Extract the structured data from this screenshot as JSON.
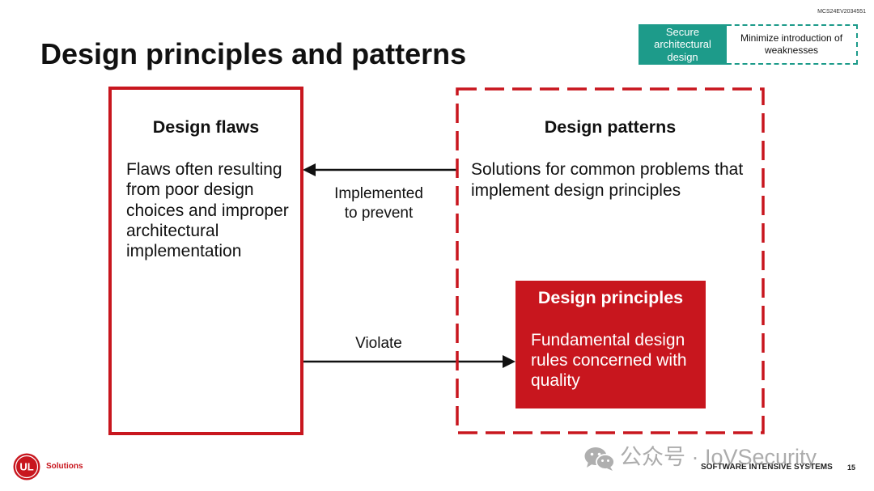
{
  "doc_code": "MCS24EV2034551",
  "badge": {
    "primary": [
      "Secure",
      "architectural",
      "design"
    ],
    "secondary": [
      "Minimize introduction of",
      "weaknesses"
    ]
  },
  "title": "Design principles and patterns",
  "flaws": {
    "heading": "Design flaws",
    "body": [
      "Flaws often resulting",
      "from poor design",
      "choices and improper",
      "architectural",
      "implementation"
    ]
  },
  "patterns": {
    "heading": "Design patterns",
    "body": [
      "Solutions for common problems that",
      "implement design principles"
    ]
  },
  "principles": {
    "heading": "Design principles",
    "body": [
      "Fundamental design",
      "rules concerned with",
      "quality"
    ]
  },
  "relations": {
    "implemented_to_prevent": [
      "Implemented",
      "to prevent"
    ],
    "violate": "Violate"
  },
  "footer": {
    "logo_text": "UL",
    "brand": "Solutions",
    "section": "SOFTWARE INTENSIVE SYSTEMS",
    "page_number": "15"
  },
  "watermark": {
    "icon": "wechat-icon",
    "text": "公众号 · IoVSecurity"
  },
  "colors": {
    "accent_red": "#c8161e",
    "teal": "#1d9b8a",
    "text": "#111111"
  }
}
